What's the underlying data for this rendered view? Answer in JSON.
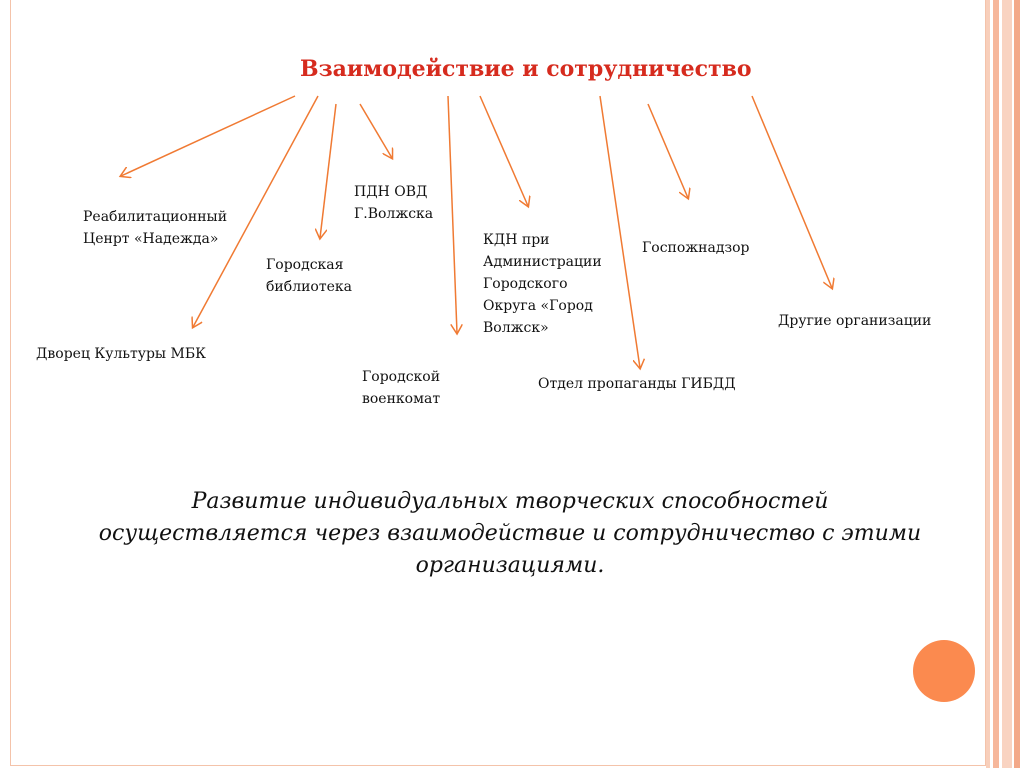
{
  "title": "Взаимодействие и сотрудничество",
  "nodes": [
    {
      "id": "rehab",
      "lines": [
        "Реабилитационный",
        "Ценрт «Надежда»"
      ]
    },
    {
      "id": "palace",
      "lines": [
        "Дворец Культуры МБК"
      ]
    },
    {
      "id": "library",
      "lines": [
        "Городская",
        "библиотека"
      ]
    },
    {
      "id": "pdn",
      "lines": [
        "ПДН ОВД",
        "Г.Волжска"
      ]
    },
    {
      "id": "military",
      "lines": [
        "Городской",
        "военкомат"
      ]
    },
    {
      "id": "kdn",
      "lines": [
        "КДН при",
        "Администрации",
        "Городского",
        "Округа «Город",
        "Волжск»"
      ]
    },
    {
      "id": "gibdd",
      "lines": [
        "Отдел пропаганды ГИБДД"
      ]
    },
    {
      "id": "fire",
      "lines": [
        "Госпожнадзор"
      ]
    },
    {
      "id": "other",
      "lines": [
        "Другие организации"
      ]
    }
  ],
  "caption": {
    "lines": [
      "Развитие индивидуальных творческих способностей",
      "осуществляется через взаимодействие и сотрудничество с этими",
      "организациями."
    ]
  },
  "colors": {
    "title": "#d62b1e",
    "arrow": "#f07a33",
    "accent_circle": "#fb8a4f",
    "frame": "#f4c3aa"
  }
}
